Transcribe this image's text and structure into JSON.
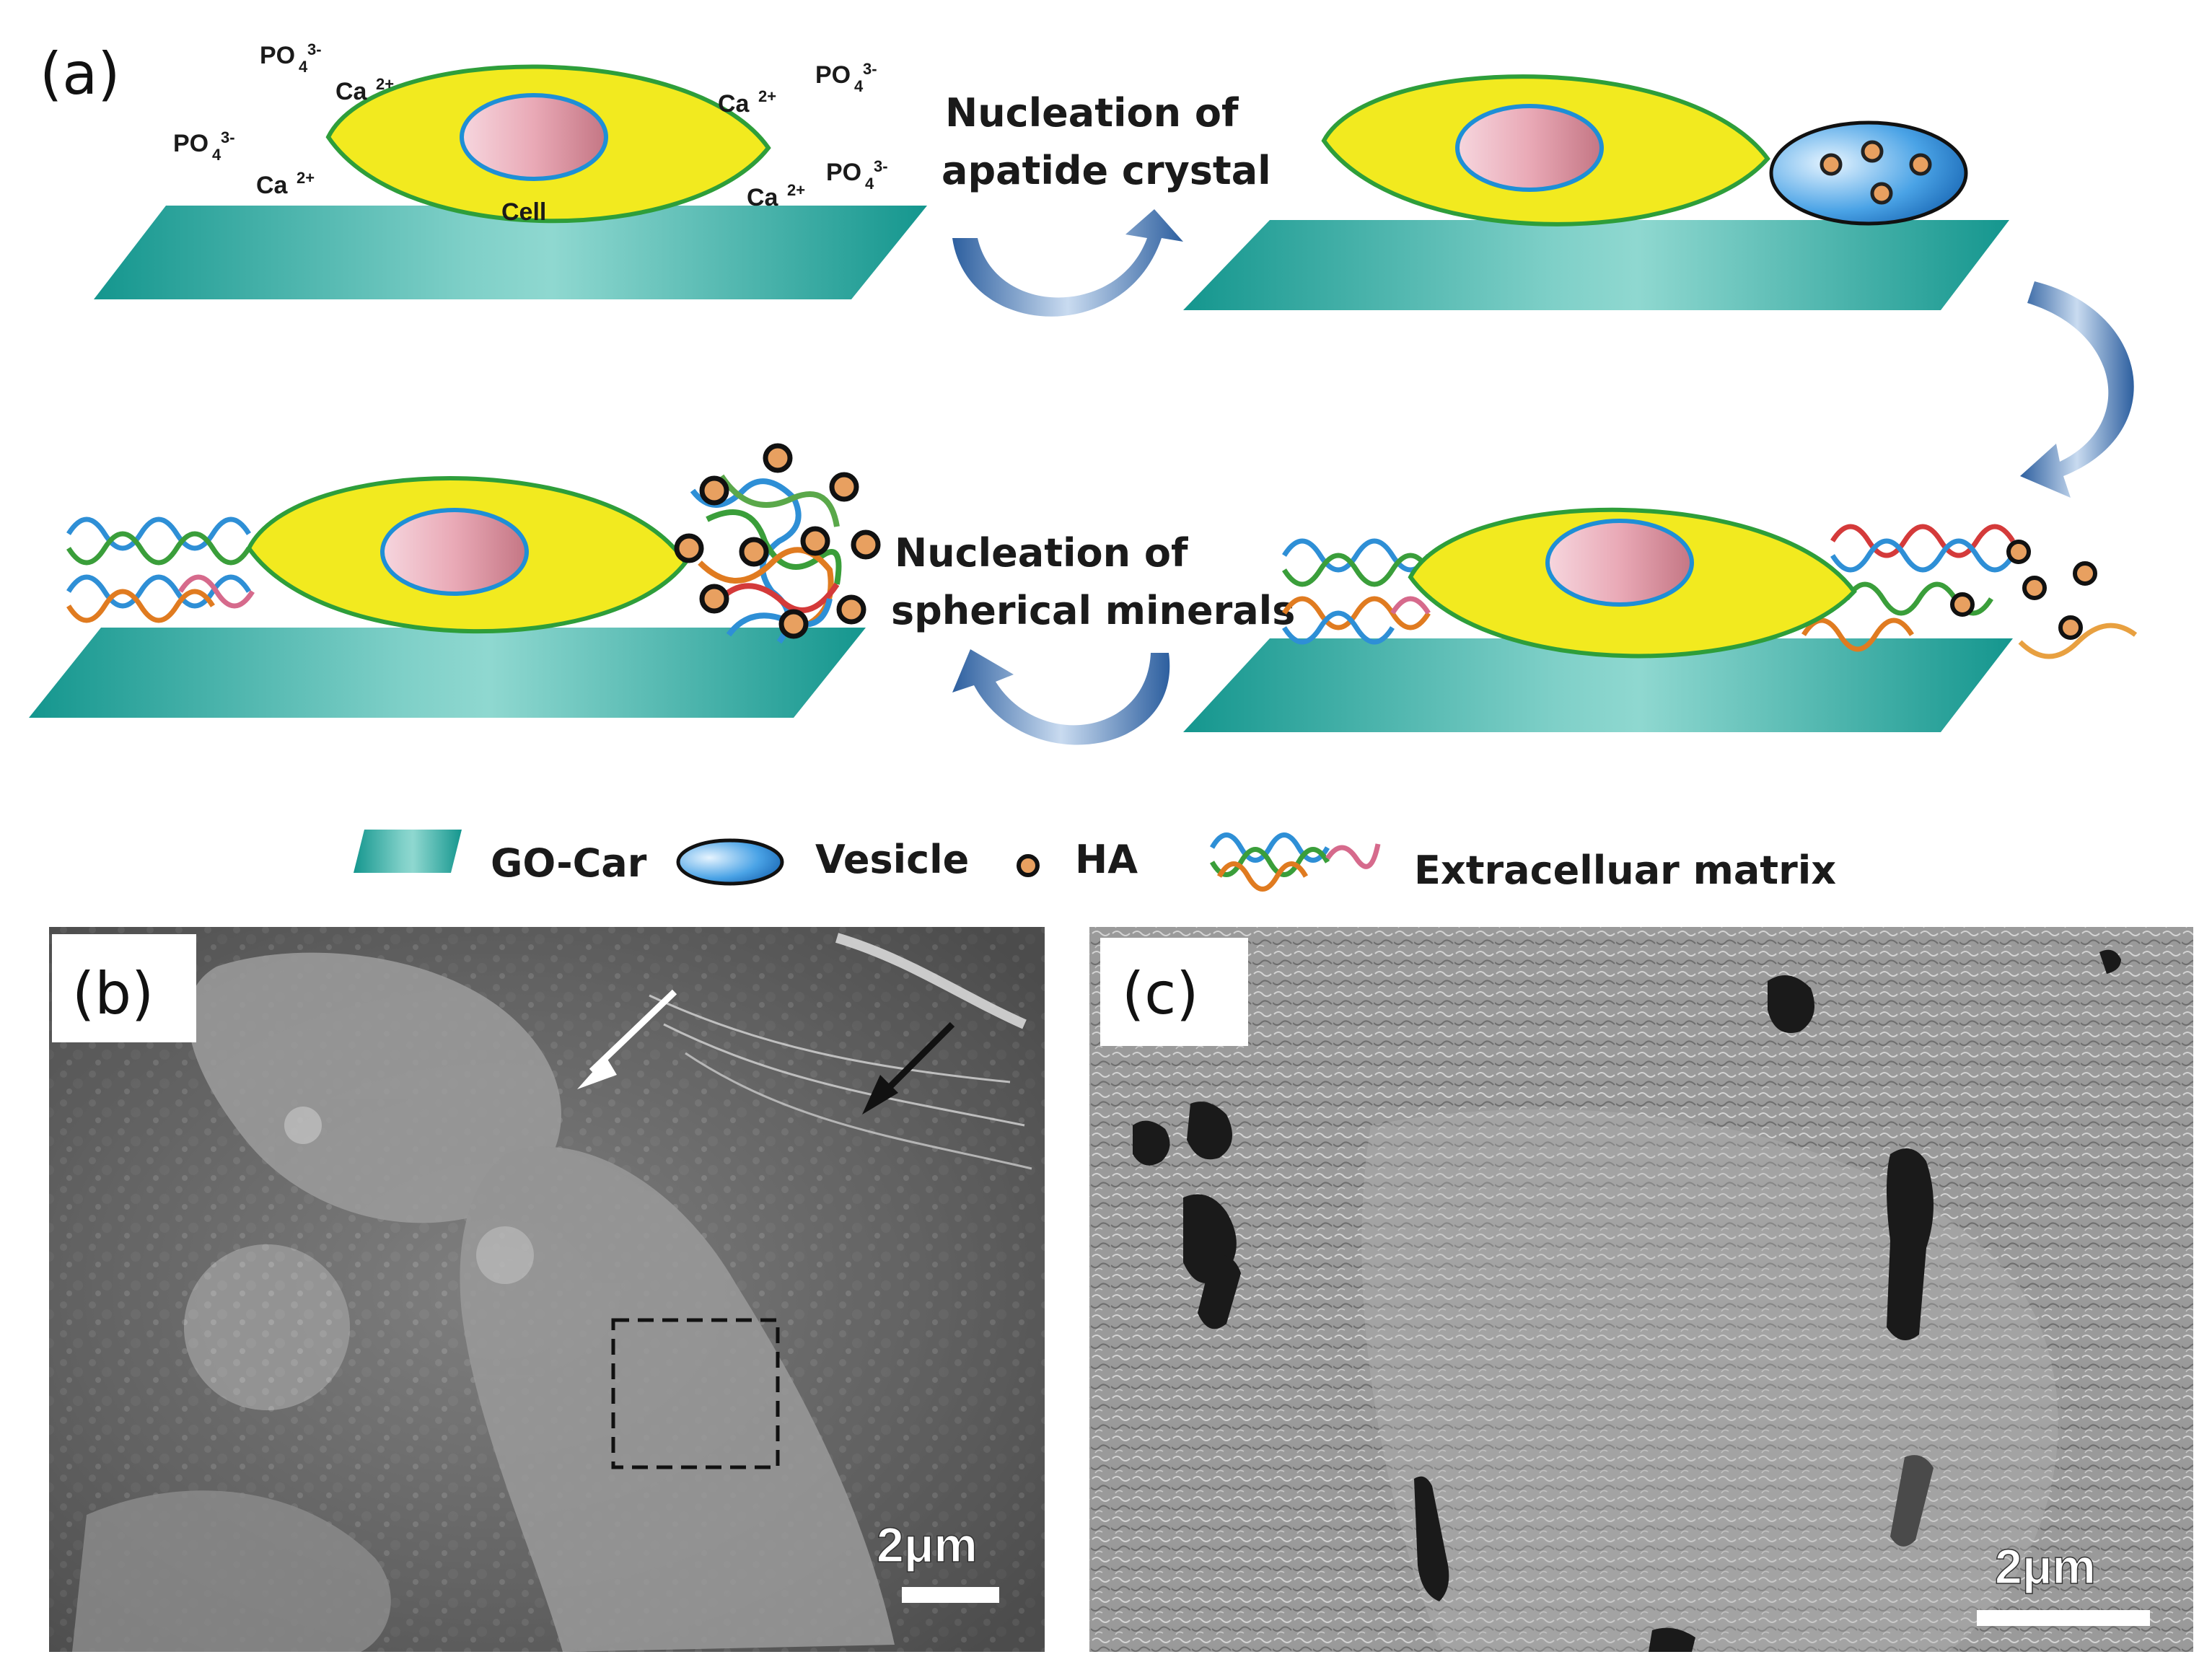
{
  "panels": {
    "a": {
      "tag": "(a)",
      "ions": {
        "po4": "PO",
        "po4_sub": "4",
        "po4_sup": "3-",
        "ca": "Ca",
        "ca_sup": "2+"
      },
      "cell_label": "Cell",
      "step1_line1": "Nucleation of",
      "step1_line2": "apatide crystal",
      "step2_line1": "Nucleation of",
      "step2_line2": "spherical minerals"
    },
    "b": {
      "tag": "(b)",
      "scale_label": "2μm"
    },
    "c": {
      "tag": "(c)",
      "scale_label": "2μm"
    }
  },
  "legend": {
    "go_car": "GO-Car",
    "vesicle": "Vesicle",
    "ha": "HA",
    "ecm": "Extracelluar matrix"
  },
  "colors": {
    "substrate": "#1a9e96",
    "cell_body": "#f2ea1f",
    "cell_outline": "#2e9e3a",
    "nucleus_outline": "#1e8fd6",
    "vesicle": "#2e8fd8",
    "ha_particle": "#e8a060",
    "arrow": "#4f7fbf"
  }
}
